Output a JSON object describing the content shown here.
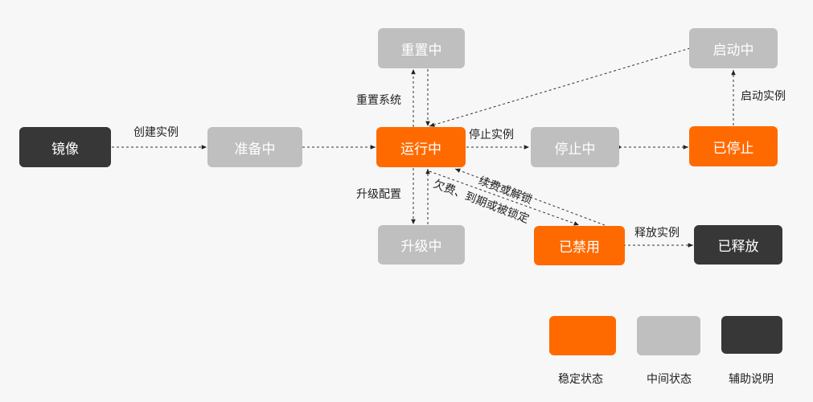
{
  "nodes": {
    "image": "镜像",
    "preparing": "准备中",
    "running": "运行中",
    "resetting": "重置中",
    "upgrading": "升级中",
    "stopping": "停止中",
    "stopped": "已停止",
    "starting": "启动中",
    "disabled": "已禁用",
    "released": "已释放"
  },
  "edges": {
    "create_instance": "创建实例",
    "reset_system": "重置系统",
    "upgrade_config": "升级配置",
    "stop_instance": "停止实例",
    "start_instance": "启动实例",
    "renew_or_unlock": "续费或解锁",
    "overdue_expired_locked": "欠费、到期或被锁定",
    "release_instance": "释放实例"
  },
  "legend": {
    "stable": "稳定状态",
    "intermediate": "中间状态",
    "auxiliary": "辅助说明"
  },
  "colors": {
    "stable": "#ff6a00",
    "intermediate": "#bfbfbf",
    "auxiliary": "#373737"
  }
}
